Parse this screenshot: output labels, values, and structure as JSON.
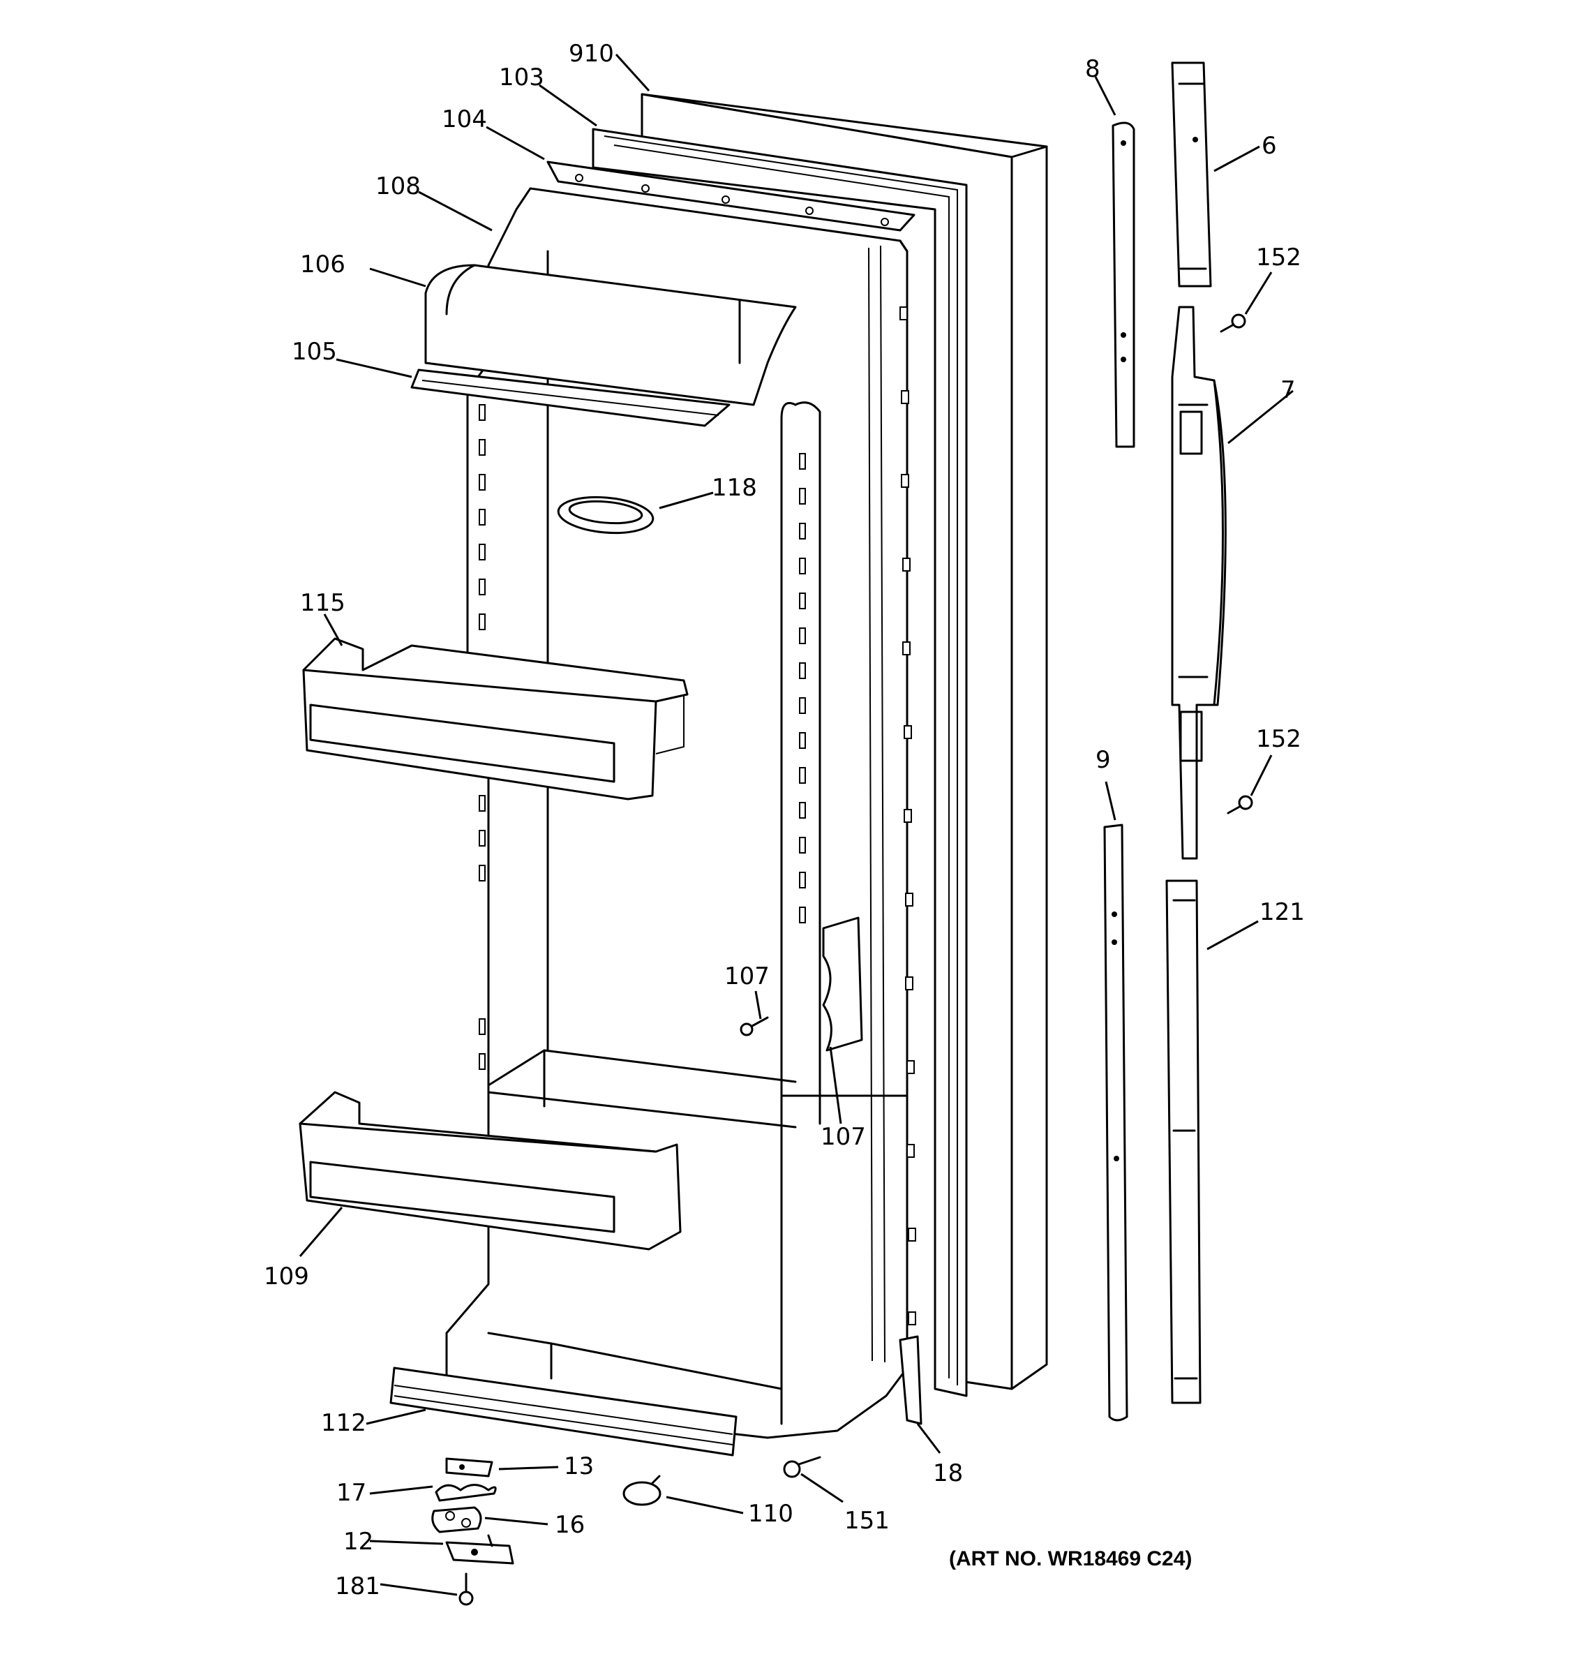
{
  "labels": {
    "l910": "910",
    "l103": "103",
    "l104": "104",
    "l108": "108",
    "l106": "106",
    "l105": "105",
    "l118": "118",
    "l115": "115",
    "l107a": "107",
    "l107b": "107",
    "l109": "109",
    "l112": "112",
    "l13": "13",
    "l17": "17",
    "l16": "16",
    "l12": "12",
    "l181": "181",
    "l110": "110",
    "l151": "151",
    "l18": "18",
    "l8": "8",
    "l6": "6",
    "l152a": "152",
    "l7": "7",
    "l152b": "152",
    "l9": "9",
    "l121": "121"
  },
  "art_number": "(ART NO. WR18469 C24)"
}
